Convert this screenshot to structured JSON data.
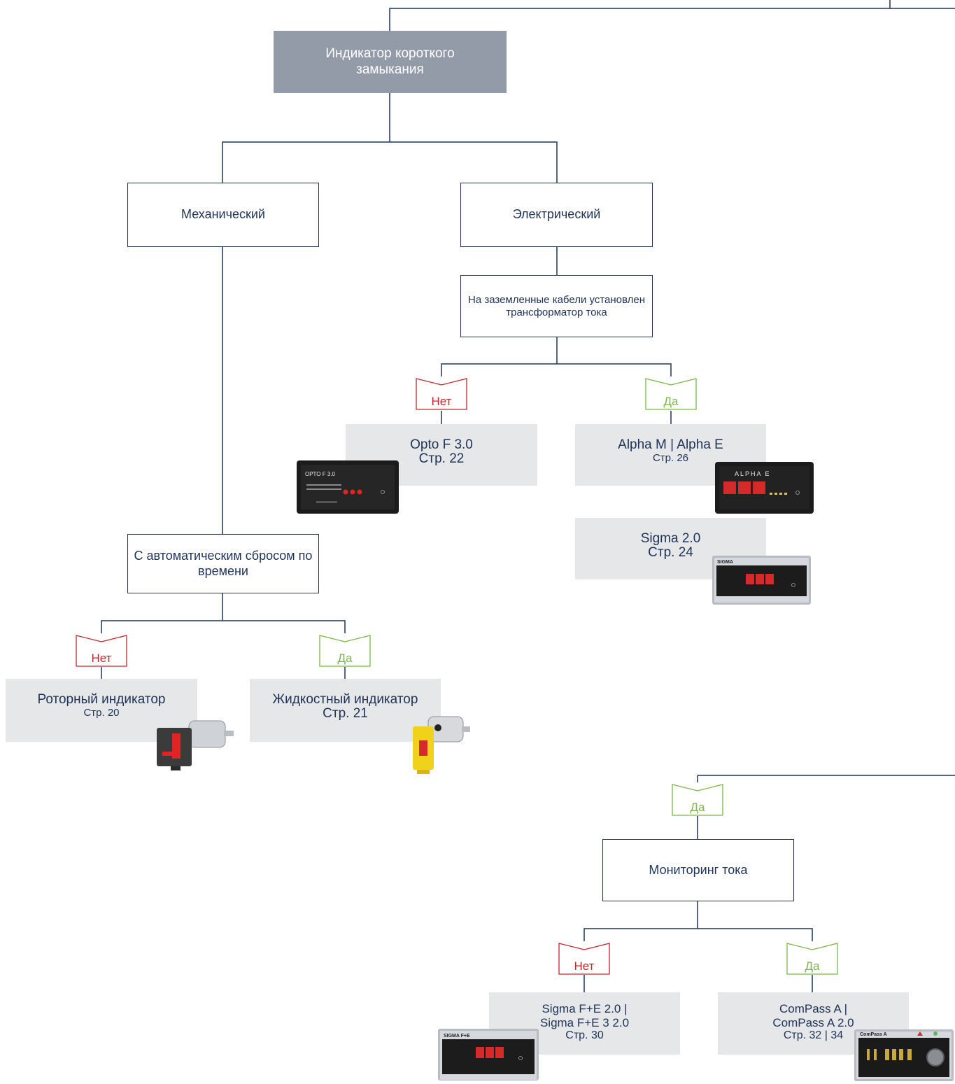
{
  "root": {
    "label": "Индикатор короткого замыкания"
  },
  "mechanical": {
    "label": "Механический",
    "auto_reset": "С автоматическим сбросом по времени",
    "no_tag": "Нет",
    "yes_tag": "Да",
    "rotor": {
      "name": "Роторный индикатор",
      "page": "Стр. 20"
    },
    "liquid": {
      "name": "Жидкостный индикатор",
      "page": "Стр. 21"
    }
  },
  "electrical": {
    "label": "Электрический",
    "ct_question": "На заземленные кабели установлен трансформатор тока",
    "no_tag": "Нет",
    "yes_tag": "Да",
    "opto": {
      "name": "Opto F 3.0",
      "page": "Стр. 22",
      "device_label": "OPTO F 3.0"
    },
    "alpha": {
      "name": "Alpha M | Alpha E",
      "page": "Стр. 26",
      "device_label": "ALPHA E"
    },
    "sigma": {
      "name": "Sigma 2.0",
      "page": "Стр. 24",
      "device_label": "SIGMA"
    }
  },
  "monitoring": {
    "entry_tag": "Да",
    "label": "Мониторинг тока",
    "no_tag": "Нет",
    "yes_tag": "Да",
    "sigma_fe": {
      "name_line1": "Sigma F+E 2.0 |",
      "name_line2": "Sigma F+E 3 2.0",
      "page": "Стр. 30",
      "device_label": "SIGMA F+E"
    },
    "compass": {
      "name_line1": "ComPass A |",
      "name_line2": "ComPass A 2.0",
      "page": "Стр. 32 | 34",
      "device_label": "ComPass A"
    }
  },
  "colors": {
    "line": "#1f3356",
    "root_fill": "#939ba8",
    "product_fill": "#e6e7e9",
    "no": "#c0272d",
    "yes": "#7ab648"
  }
}
